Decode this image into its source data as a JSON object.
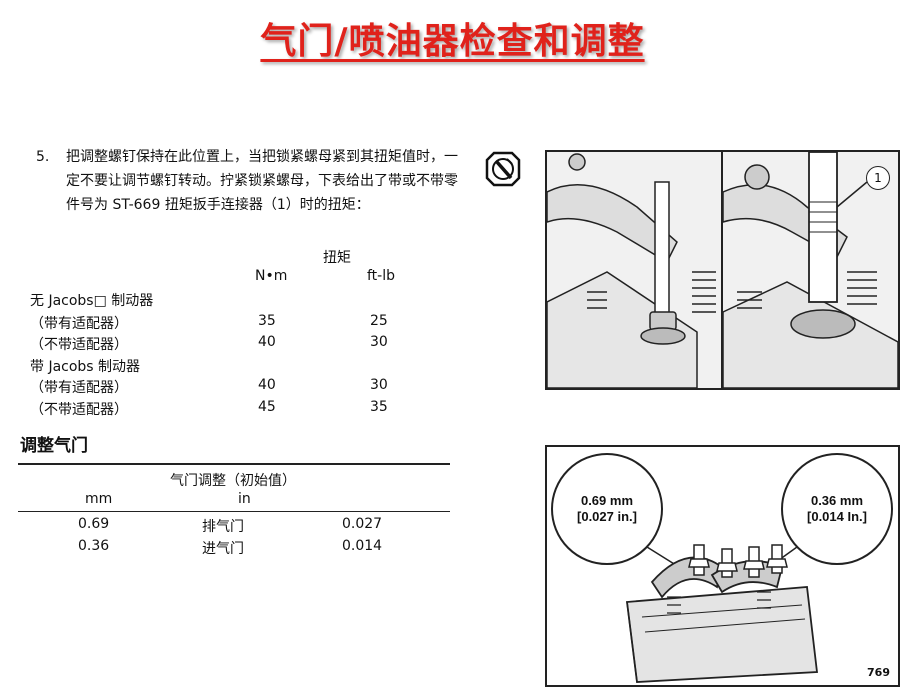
{
  "title": "气门/喷油器检查和调整",
  "step": {
    "number": "5.",
    "text": "把调整螺钉保持在此位置上，当把锁紧螺母紧到其扭矩值时，一定不要让调节螺钉转动。拧紧锁紧螺母，下表给出了带或不带零件号为 ST-669 扭矩扳手连接器（1）时的扭矩："
  },
  "torque_table": {
    "header": "扭矩",
    "col_nm": "N•m",
    "col_ftlb": "ft-lb",
    "groups": [
      {
        "label": "无 Jacobs□ 制动器",
        "rows": [
          {
            "label": "（带有适配器）",
            "nm": "35",
            "ftlb": "25"
          },
          {
            "label": "（不带适配器）",
            "nm": "40",
            "ftlb": "30"
          }
        ]
      },
      {
        "label": "带 Jacobs 制动器",
        "rows": [
          {
            "label": "（带有适配器）",
            "nm": "40",
            "ftlb": "30"
          },
          {
            "label": "（不带适配器）",
            "nm": "45",
            "ftlb": "35"
          }
        ]
      }
    ]
  },
  "valve_section": {
    "heading": "调整气门",
    "table_title": "气门调整（初始值）",
    "col_mm": "mm",
    "col_in": "in",
    "rows": [
      {
        "mm": "0.69",
        "name": "排气门",
        "in": "0.027"
      },
      {
        "mm": "0.36",
        "name": "进气门",
        "in": "0.014"
      }
    ]
  },
  "figure1": {
    "callout": "1"
  },
  "figure2": {
    "left_callout_mm": "0.69 mm",
    "left_callout_in": "[0.027 in.]",
    "right_callout_mm": "0.36 mm",
    "right_callout_in": "[0.014 In.]",
    "figure_number": "769"
  },
  "colors": {
    "title": "#e0221b"
  }
}
